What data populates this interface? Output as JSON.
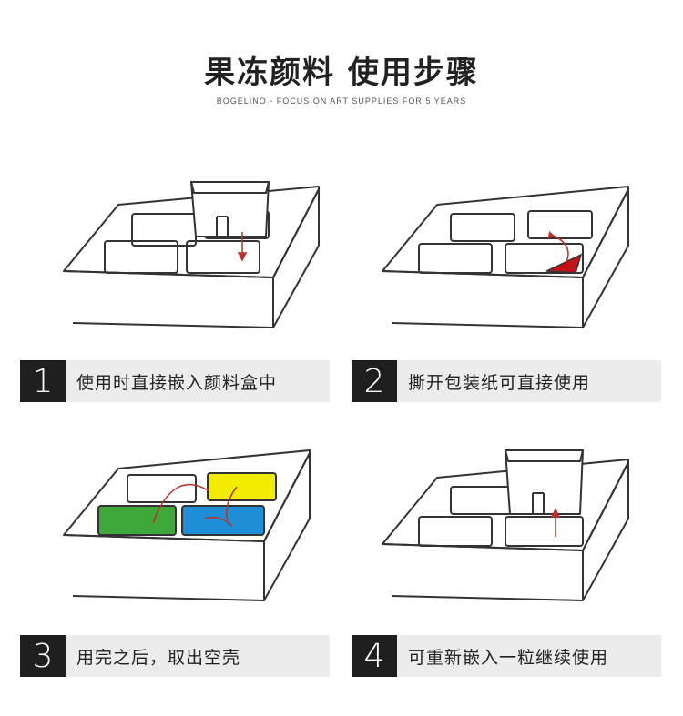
{
  "header": {
    "title": "果冻颜料 使用步骤",
    "subtitle": "BOGELINO - FOCUS ON ART SUPPLIES FOR 5 YEARS"
  },
  "steps": [
    {
      "number": "1",
      "label": "使用时直接嵌入颜料盒中"
    },
    {
      "number": "2",
      "label": "撕开包装纸可直接使用"
    },
    {
      "number": "3",
      "label": "用完之后，取出空壳"
    },
    {
      "number": "4",
      "label": "可重新嵌入一粒继续使用"
    }
  ],
  "colors": {
    "yellow": "#f2ec00",
    "green": "#3fa83a",
    "blue": "#1e8fd6",
    "red": "#c0141a",
    "arrow": "#b5332e"
  }
}
